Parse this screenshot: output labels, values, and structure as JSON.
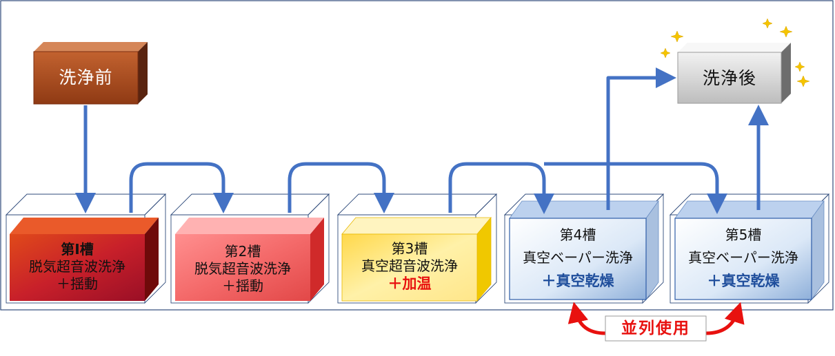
{
  "nodes": {
    "before": {
      "label": "洗浄前"
    },
    "after": {
      "label": "洗浄後"
    }
  },
  "tanks": [
    {
      "title": "第Ⅰ槽",
      "line1": "脱気超音波洗浄",
      "line2": "＋揺動"
    },
    {
      "title": "第2槽",
      "line1": "脱気超音波洗浄",
      "line2": "＋揺動"
    },
    {
      "title": "第3槽",
      "line1": "真空超音波洗浄",
      "line2": "＋加温"
    },
    {
      "title": "第4槽",
      "line1": "真空ベーパー洗浄",
      "line2": "＋真空乾燥"
    },
    {
      "title": "第5槽",
      "line1": "真空ベーパー洗浄",
      "line2": "＋真空乾燥"
    }
  ],
  "parallel": {
    "label": "並列使用"
  },
  "colors": {
    "arrow": "#4472c4",
    "parallel_arrow": "#e8110f",
    "before_box": "#a0451e",
    "after_box": "#d9d9d9",
    "tank1": "#c0121f",
    "tank2": "#f26c6c",
    "tank3": "#ffe680",
    "tank45": "#cfe0f5",
    "sparkle": "#f5c400"
  }
}
